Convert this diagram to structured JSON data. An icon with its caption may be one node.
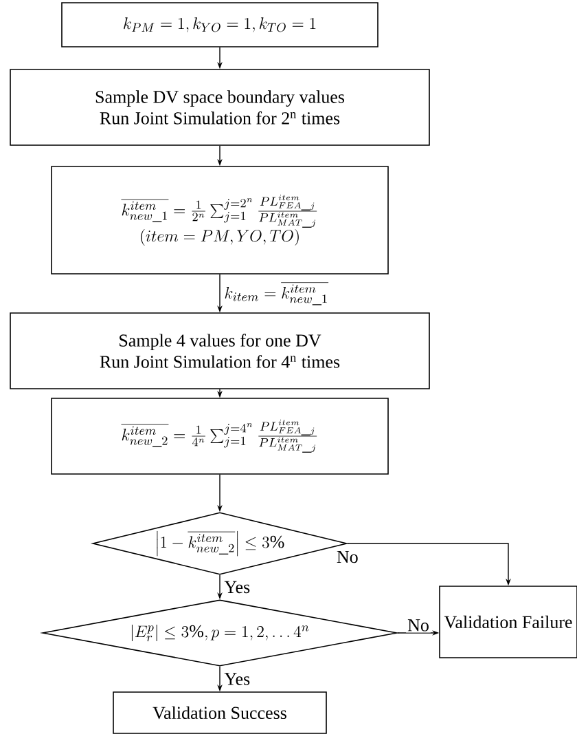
{
  "diagram": {
    "nodes": [
      {
        "text": [
          "k_{PM}= 1, k_{YO}= 1, k_{TO}= 1"
        ]
      },
      {
        "text": [
          "Sample DV space boundary values",
          "Run Joint Simulation for 2$^{n}$ times"
        ]
      },
      {
        "text": [
          "\\overline{k^{item}_{new\\_1}} = \\frac{1}{2^n}\\sum_{j=1}^{j=2^n}\\frac{PL^{item}_{FEA\\_j}}{PL^{item}_{MAT\\_j}}",
          "(item = PM, YO, TO)"
        ]
      },
      {
        "text": [
          "Sample 4 values for one DV",
          "Run Joint Simulation for 4$^{n}$ times"
        ]
      },
      {
        "text": [
          "\\overline{k^{item}_{new\\_2}} = \\frac{1}{4^n}\\sum_{j=1}^{j=4^n}\\frac{PL^{item}_{FEA\\_j}}{PL^{item}_{MAT\\_j}}"
        ]
      },
      {
        "text": [
          "\\left|1-\\overline{k^{item}_{new\\_2}}\\right| \\leq 3\\%"
        ]
      },
      {
        "text": [
          "\\left|E^{p}_{r}\\right| \\leq 3\\%, p = 1,2, \\ldots 4^{n}"
        ]
      },
      {
        "text": [
          "Validation Failure"
        ]
      },
      {
        "text": [
          "Validation Success"
        ]
      }
    ],
    "edges": [
      {
        "from": 0,
        "to": 1,
        "arrow": "to"
      },
      {
        "from": 1,
        "to": 2,
        "arrow": "to"
      },
      {
        "from": 2,
        "to": 3,
        "arrow": "to",
        "label": "k_{item} = \\overline{k^{item}_{new\\_1}}"
      },
      {
        "from": 3,
        "to": 4,
        "arrow": "to"
      },
      {
        "from": 4,
        "to": 5,
        "arrow": "to"
      },
      {
        "from": 5,
        "to": 6,
        "arrow": "to",
        "label": "Yes"
      },
      {
        "from": 5,
        "to": 7,
        "arrow": "to",
        "label": "No"
      },
      {
        "from": 6,
        "to": 7,
        "arrow": "to",
        "label": "No"
      },
      {
        "from": 6,
        "to": 8,
        "arrow": "to",
        "label": "Yes"
      }
    ]
  }
}
